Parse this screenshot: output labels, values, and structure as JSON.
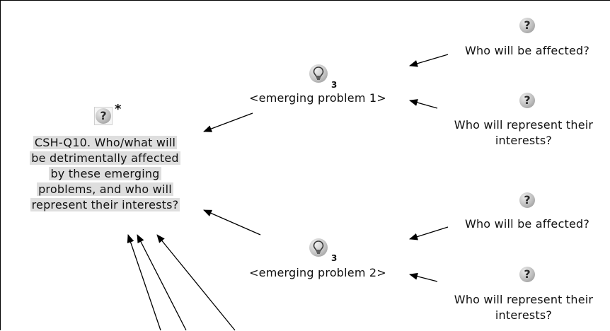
{
  "main_node": {
    "lines": [
      "CSH-Q10. Who/what will",
      "be detrimentally affected",
      "by these emerging",
      "problems, and who will",
      "represent their interests?"
    ],
    "icon": "question-icon",
    "marker": "*"
  },
  "problems": [
    {
      "label": "<emerging problem 1>",
      "icon": "lightbulb-icon",
      "count": "3"
    },
    {
      "label": "<emerging problem 2>",
      "icon": "lightbulb-icon",
      "count": "3"
    }
  ],
  "questions": [
    {
      "lines": [
        "Who will be affected?"
      ],
      "icon": "question-icon"
    },
    {
      "lines": [
        "Who will represent their",
        "interests?"
      ],
      "icon": "question-icon"
    },
    {
      "lines": [
        "Who will be affected?"
      ],
      "icon": "question-icon"
    },
    {
      "lines": [
        "Who will represent their",
        "interests?"
      ],
      "icon": "question-icon"
    }
  ],
  "colors": {
    "highlight": "#dedede",
    "arrow": "#000000",
    "icon": "#bdbdbd"
  }
}
